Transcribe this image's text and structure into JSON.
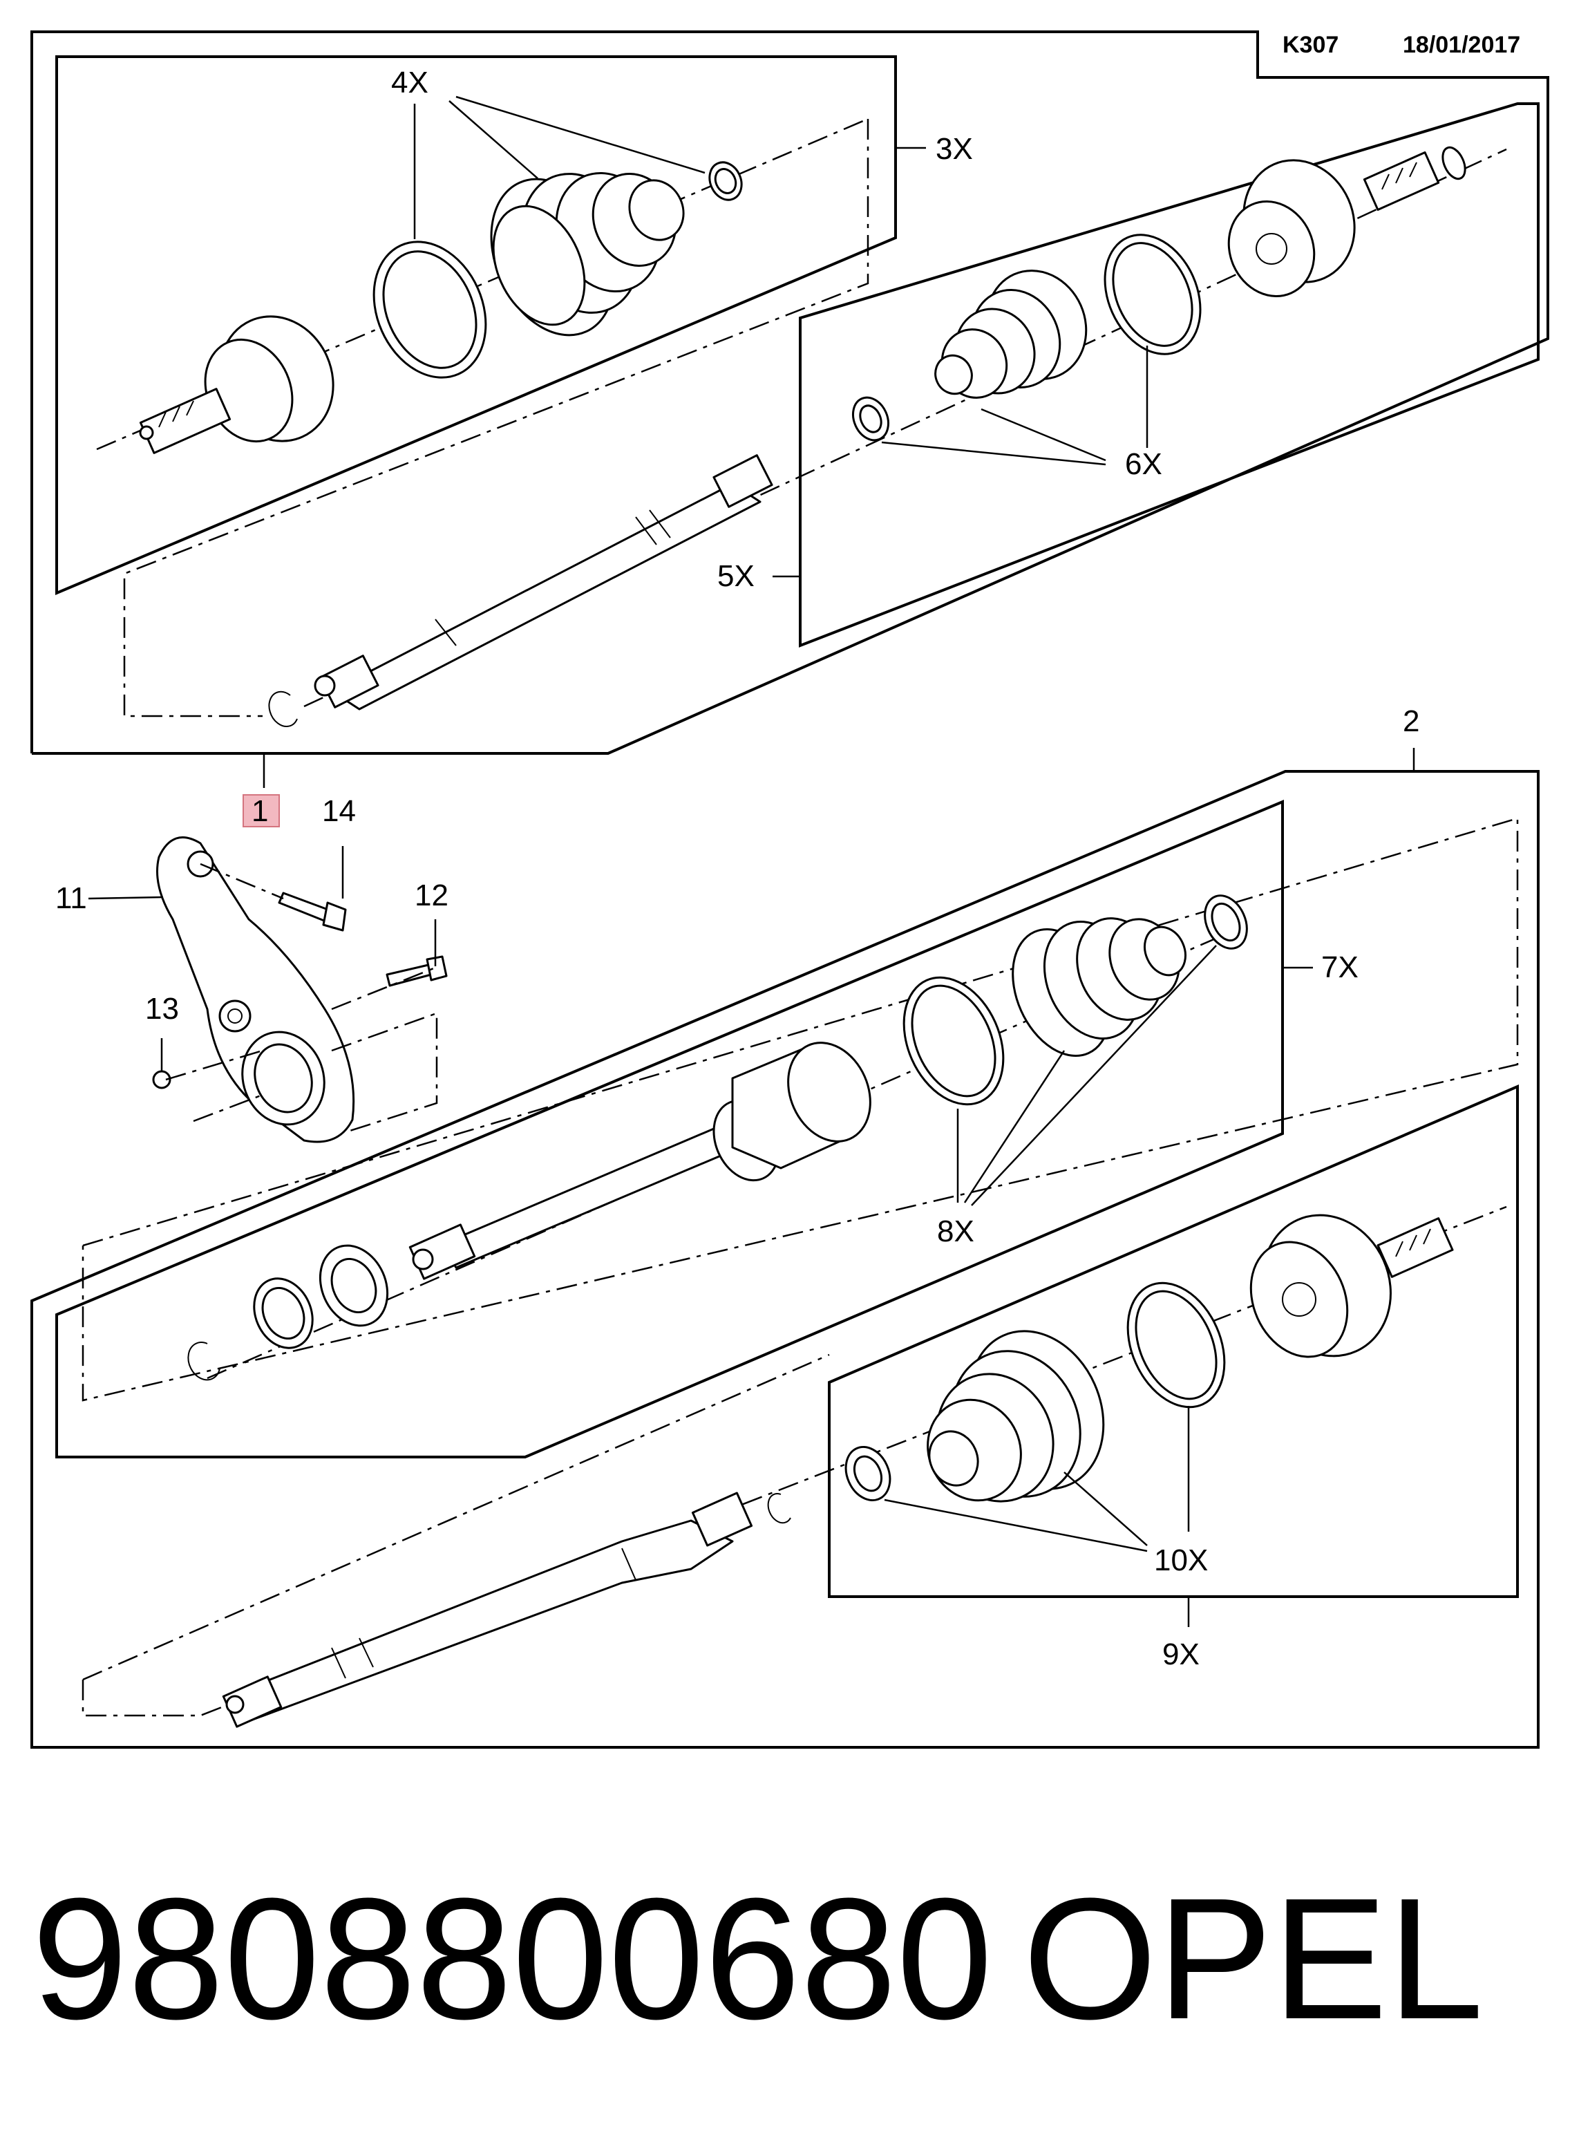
{
  "header": {
    "code": "K307",
    "date": "18/01/2017"
  },
  "callouts": {
    "c1": "1",
    "c2": "2",
    "c3x": "3X",
    "c4x": "4X",
    "c5x": "5X",
    "c6x": "6X",
    "c7x": "7X",
    "c8x": "8X",
    "c9x": "9X",
    "c10x": "10X",
    "c11": "11",
    "c12": "12",
    "c13": "13",
    "c14": "14"
  },
  "highlight_color": "#f2b8c0",
  "footer": {
    "part_number": "9808800680",
    "brand": "OPEL"
  }
}
